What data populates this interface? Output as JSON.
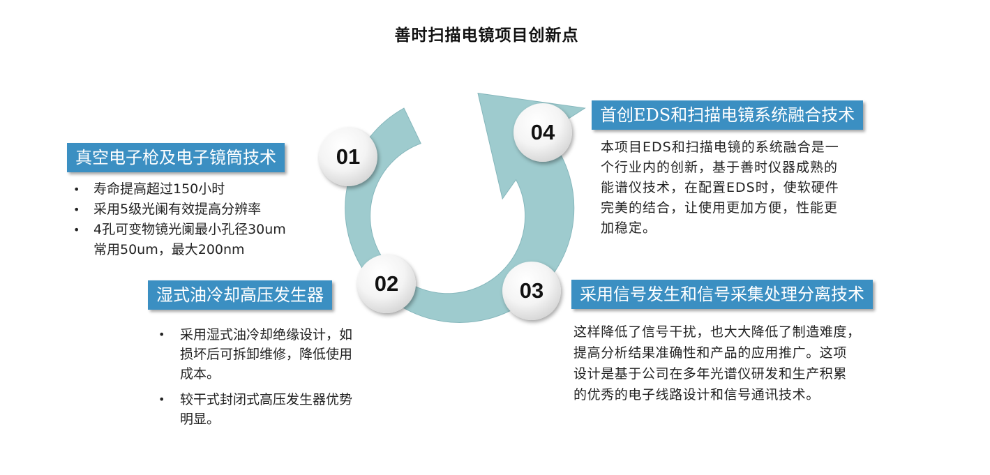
{
  "title": "善时扫描电镜项目创新点",
  "colors": {
    "label_bg": "#3b8fc2",
    "arrow": "#9ecbce",
    "arrow_edge": "#7fb3b8",
    "circle": "#e6e6e6"
  },
  "innovations": [
    {
      "number": "01",
      "heading": "真空电子枪及电子镜筒技术",
      "bullets": [
        "寿命提高超过150小时",
        "采用5级光阑有效提高分辨率",
        "4孔可变物镜光阑最小孔径30um\n常用50um，最大200nm"
      ]
    },
    {
      "number": "02",
      "heading": "湿式油冷却高压发生器",
      "bullets": [
        "采用湿式油冷却绝缘设计，如\n损坏后可拆卸维修，降低使用\n成本。",
        "较干式封闭式高压发生器优势\n明显。"
      ]
    },
    {
      "number": "03",
      "heading": "采用信号发生和信号采集处理分离技术",
      "text": "这样降低了信号干扰，也大大降低了制造难度，\n提高分析结果准确性和产品的应用推广。这项\n设计是基于公司在多年光谱仪研发和生产积累\n的优秀的电子线路设计和信号通讯技术。"
    },
    {
      "number": "04",
      "heading": "首创EDS和扫描电镜系统融合技术",
      "text": "本项目EDS和扫描电镜的系统融合是一\n个行业内的创新，基于善时仪器成熟的\n能谱仪技术，在配置EDS时，使软硬件\n完美的结合，让使用更加方便，性能更\n加稳定。"
    }
  ]
}
